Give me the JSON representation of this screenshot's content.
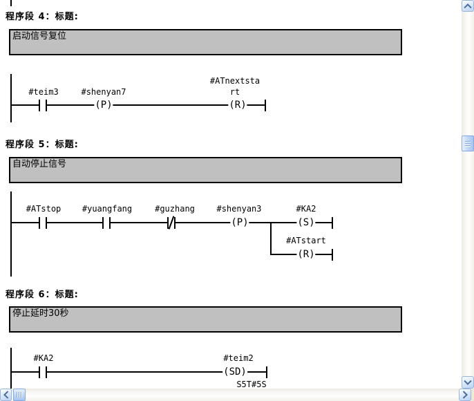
{
  "colors": {
    "comment_box_bg": "#c0c0c0",
    "wire": "#000000",
    "scrollbar_accent": "#a8c4ef"
  },
  "icons": {
    "scroll_up": "chevron-up",
    "scroll_down": "chevron-down",
    "scroll_left": "chevron-left",
    "scroll_right": "chevron-right"
  },
  "networks": {
    "net4": {
      "title": "程序段 4：标题:",
      "comment": "启动信号复位",
      "contact1_label": "#teim3",
      "coil1_label": "#shenyan7",
      "coil1_symbol": "(P)",
      "coil2_label_line1": "#ATnextsta",
      "coil2_label_line2": "rt",
      "coil2_symbol": "(R)"
    },
    "net5": {
      "title": "程序段 5：标题:",
      "comment": "自动停止信号",
      "contact1_label": "#ATstop",
      "contact2_label": "#yuangfang",
      "contact3_label": "#guzhang",
      "coil1_label": "#shenyan3",
      "coil1_symbol": "(P)",
      "coil2_label": "#KA2",
      "coil2_symbol": "(S)",
      "coil3_label": "#ATstart",
      "coil3_symbol": "(R)"
    },
    "net6": {
      "title": "程序段 6：标题:",
      "comment": "停止延时30秒",
      "contact1_label": "#KA2",
      "coil1_label": "#teim2",
      "coil1_symbol": "(SD)",
      "coil1_time": "S5T#5S"
    }
  }
}
